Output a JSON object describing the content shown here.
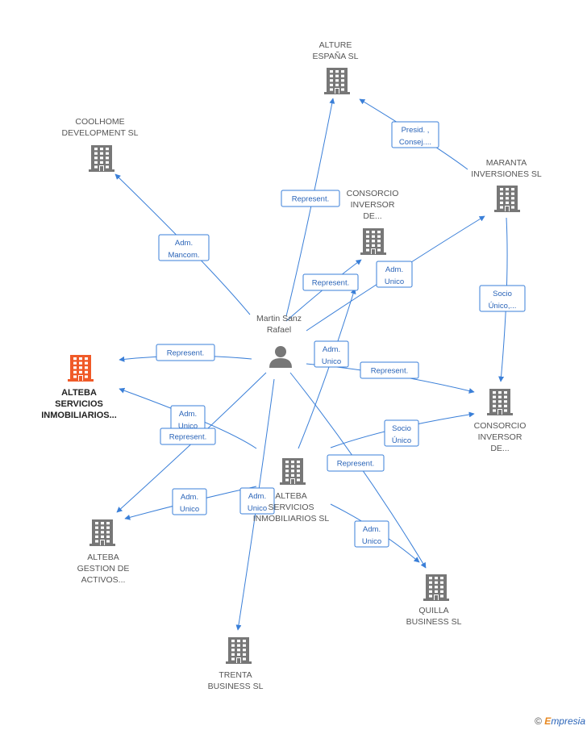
{
  "diagram": {
    "nodes": [
      {
        "id": "person",
        "kind": "person",
        "label": [
          "Martin Sanz",
          "Rafael"
        ],
        "color": "#777777"
      },
      {
        "id": "alture",
        "kind": "company",
        "label": [
          "ALTURE",
          "ESPAÑA SL"
        ],
        "color": "#777777"
      },
      {
        "id": "coolhome",
        "kind": "company",
        "label": [
          "COOLHOME",
          "DEVELOPMENT SL"
        ],
        "color": "#777777"
      },
      {
        "id": "maranta",
        "kind": "company",
        "label": [
          "MARANTA",
          "INVERSIONES SL"
        ],
        "color": "#777777"
      },
      {
        "id": "consorcio1",
        "kind": "company",
        "label": [
          "CONSORCIO",
          "INVERSOR",
          "DE..."
        ],
        "color": "#777777"
      },
      {
        "id": "alteba_main",
        "kind": "company",
        "main": true,
        "label": [
          "ALTEBA",
          "SERVICIOS",
          "INMOBILIARIOS..."
        ],
        "color": "#f05a28"
      },
      {
        "id": "consorcio2",
        "kind": "company",
        "label": [
          "CONSORCIO",
          "INVERSOR",
          "DE..."
        ],
        "color": "#777777"
      },
      {
        "id": "alteba_sl",
        "kind": "company",
        "label": [
          "ALTEBA",
          "SERVICIOS",
          "INMOBILIARIOS SL"
        ],
        "color": "#777777"
      },
      {
        "id": "alteba_gestion",
        "kind": "company",
        "label": [
          "ALTEBA",
          "GESTION DE",
          "ACTIVOS..."
        ],
        "color": "#777777"
      },
      {
        "id": "quilla",
        "kind": "company",
        "label": [
          "QUILLA",
          "BUSINESS SL"
        ],
        "color": "#777777"
      },
      {
        "id": "trenta",
        "kind": "company",
        "label": [
          "TRENTA",
          "BUSINESS SL"
        ],
        "color": "#777777"
      }
    ],
    "edges": [
      {
        "id": "e-alture",
        "label": [
          "Represent."
        ]
      },
      {
        "id": "e-presid",
        "label": [
          "Presid. ,",
          "Consej...."
        ]
      },
      {
        "id": "e-coolhome",
        "label": [
          "Adm.",
          "Mancom."
        ]
      },
      {
        "id": "e-cons1-rep",
        "label": [
          "Represent."
        ]
      },
      {
        "id": "e-cons1-adm",
        "label": [
          "Adm.",
          "Unico"
        ]
      },
      {
        "id": "e-socio1",
        "label": [
          "Socio",
          "Único,..."
        ]
      },
      {
        "id": "e-alteba-rep",
        "label": [
          "Represent."
        ]
      },
      {
        "id": "e-altsl-adm",
        "label": [
          "Adm.",
          "Unico"
        ]
      },
      {
        "id": "e-cons2-rep",
        "label": [
          "Represent."
        ]
      },
      {
        "id": "e-alteba-adm",
        "label": [
          "Adm.",
          "Unico"
        ]
      },
      {
        "id": "e-gestion-rep",
        "label": [
          "Represent."
        ]
      },
      {
        "id": "e-socio2",
        "label": [
          "Socio",
          "Único"
        ]
      },
      {
        "id": "e-quilla-rep",
        "label": [
          "Represent."
        ]
      },
      {
        "id": "e-gestion-adm",
        "label": [
          "Adm.",
          "Unico"
        ]
      },
      {
        "id": "e-trenta-adm",
        "label": [
          "Adm.",
          "Unico"
        ]
      },
      {
        "id": "e-quilla-adm",
        "label": [
          "Adm.",
          "Unico"
        ]
      }
    ]
  },
  "footer": {
    "copyright": "©",
    "brand_initial": "E",
    "brand_rest": "mpresia"
  }
}
